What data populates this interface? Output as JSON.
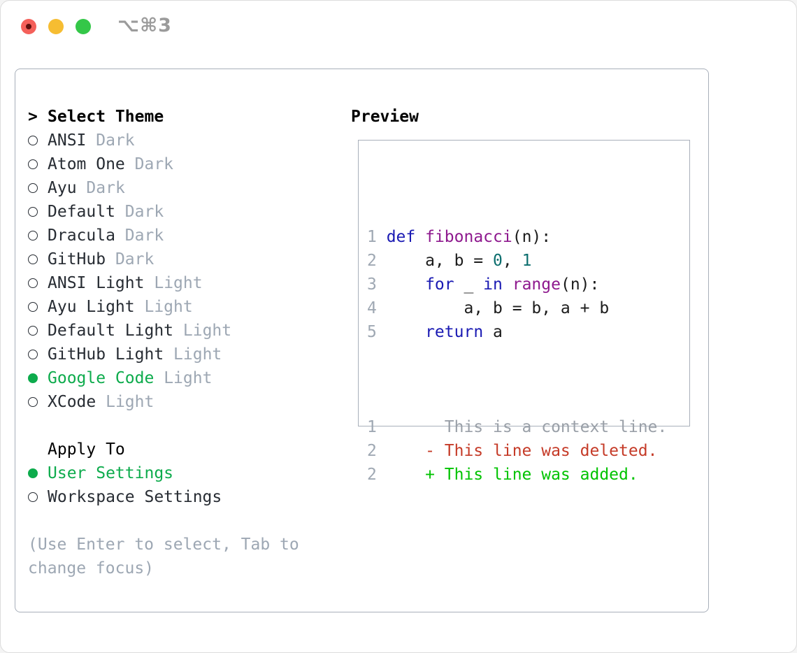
{
  "titlebar": {
    "shortcut": "⌥⌘3",
    "buttons": [
      {
        "name": "close",
        "color": "#f4605a"
      },
      {
        "name": "minimize",
        "color": "#f6bd32"
      },
      {
        "name": "zoom",
        "color": "#34c748"
      }
    ]
  },
  "theme_panel": {
    "title_prefix": ">",
    "title": "Select Theme",
    "themes": [
      {
        "name": "ANSI",
        "variant": "Dark",
        "selected": false
      },
      {
        "name": "Atom One",
        "variant": "Dark",
        "selected": false
      },
      {
        "name": "Ayu",
        "variant": "Dark",
        "selected": false
      },
      {
        "name": "Default",
        "variant": "Dark",
        "selected": false
      },
      {
        "name": "Dracula",
        "variant": "Dark",
        "selected": false
      },
      {
        "name": "GitHub",
        "variant": "Dark",
        "selected": false
      },
      {
        "name": "ANSI Light",
        "variant": "Light",
        "selected": false
      },
      {
        "name": "Ayu Light",
        "variant": "Light",
        "selected": false
      },
      {
        "name": "Default Light",
        "variant": "Light",
        "selected": false
      },
      {
        "name": "GitHub Light",
        "variant": "Light",
        "selected": false
      },
      {
        "name": "Google Code",
        "variant": "Light",
        "selected": true
      },
      {
        "name": "XCode",
        "variant": "Light",
        "selected": false
      }
    ],
    "apply_to": {
      "title": "Apply To",
      "options": [
        {
          "label": "User Settings",
          "selected": true
        },
        {
          "label": "Workspace Settings",
          "selected": false
        }
      ]
    },
    "help_lines": [
      "(Use Enter to select, Tab to",
      "change focus)"
    ]
  },
  "preview": {
    "title": "Preview",
    "code_lines": [
      {
        "num": "1",
        "tokens": [
          [
            "kwd",
            "def"
          ],
          [
            "pln",
            " "
          ],
          [
            "typ",
            "fibonacci"
          ],
          [
            "pln",
            "(n):"
          ]
        ]
      },
      {
        "num": "2",
        "tokens": [
          [
            "pln",
            "    a, b = "
          ],
          [
            "lit",
            "0"
          ],
          [
            "pln",
            ", "
          ],
          [
            "lit",
            "1"
          ]
        ]
      },
      {
        "num": "3",
        "tokens": [
          [
            "pln",
            "    "
          ],
          [
            "kwd",
            "for"
          ],
          [
            "pln",
            " _ "
          ],
          [
            "kwd",
            "in"
          ],
          [
            "pln",
            " "
          ],
          [
            "typ",
            "range"
          ],
          [
            "pln",
            "(n):"
          ]
        ]
      },
      {
        "num": "4",
        "tokens": [
          [
            "pln",
            "        a, b = b, a + b"
          ]
        ]
      },
      {
        "num": "5",
        "tokens": [
          [
            "pln",
            "    "
          ],
          [
            "kwd",
            "return"
          ],
          [
            "pln",
            " a"
          ]
        ]
      }
    ],
    "diff_lines": [
      {
        "num": "1",
        "kind": "context",
        "text": "      This is a context line."
      },
      {
        "num": "2",
        "kind": "deleted",
        "text": "    - This line was deleted."
      },
      {
        "num": "2",
        "kind": "added",
        "text": "    + This line was added."
      }
    ]
  },
  "colors": {
    "selection_green": "#0dab4c",
    "diff_added_green": "#00c300",
    "diff_deleted_red": "#c53b28",
    "muted_gray": "#9da7b3",
    "keyword_blue": "#1a1ab3",
    "type_purple": "#8e198e",
    "literal_teal": "#0c6e6e",
    "panel_border": "#a8afba"
  }
}
